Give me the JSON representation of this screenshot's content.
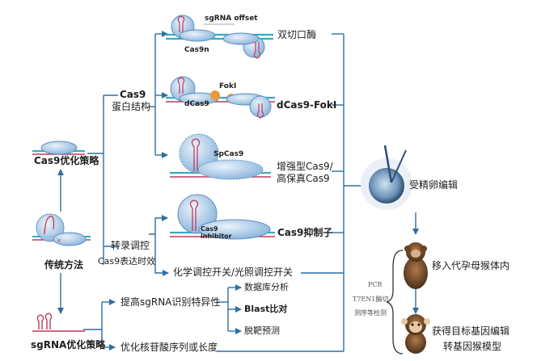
{
  "left": {
    "cas9_opt": "Cas9优化策略",
    "traditional": "传统方法",
    "sgrna_opt": "sgRNA优化策略"
  },
  "cas9_branch": {
    "head_line1": "Cas9",
    "head_line2": "蛋白结构",
    "transcription": "转录调控",
    "expression_timing": "Cas9表达时效"
  },
  "items": {
    "sgrna_offset": "sgRNA offset",
    "cas9n": "Cas9n",
    "double_nick": "双切口酶",
    "foki": "FokI",
    "dcas9": "dCas9",
    "dcas9_foki": "dCas9-FokI",
    "spcas9": "SpCas9",
    "enhanced_line1": "增强型Cas9/",
    "enhanced_line2": "高保真Cas9",
    "cas9_inhibitor_line1": "Cas9",
    "cas9_inhibitor_line2": "inhibitor",
    "cas9_inhibitor_label": "Cas9抑制子",
    "switch": "化学调控开关/光照调控开关"
  },
  "sgrna_branch": {
    "improve": "提高sgRNA识别特异性",
    "database": "数据库分析",
    "blast": "Blast比对",
    "offtarget": "脱靶预测",
    "nucleotide": "优化核苷酸序列或长度"
  },
  "right": {
    "egg": "受精卵编辑",
    "monkey_transfer": "移入代孕母猴体内",
    "result_line1": "获得目标基因编辑",
    "result_line2": "转基因猴模型",
    "detect_pcr": "PCR",
    "detect_t7": "T7EN1酶切",
    "detect_seq": "测序等检测"
  },
  "colors": {
    "line": "#2e6fa3",
    "dna_teal": "#3aa7c4",
    "dna_red": "#c0395a",
    "protein": "#9cc3e6",
    "protein_dark": "#5c8fc0",
    "foki_orange": "#e89a3c"
  }
}
